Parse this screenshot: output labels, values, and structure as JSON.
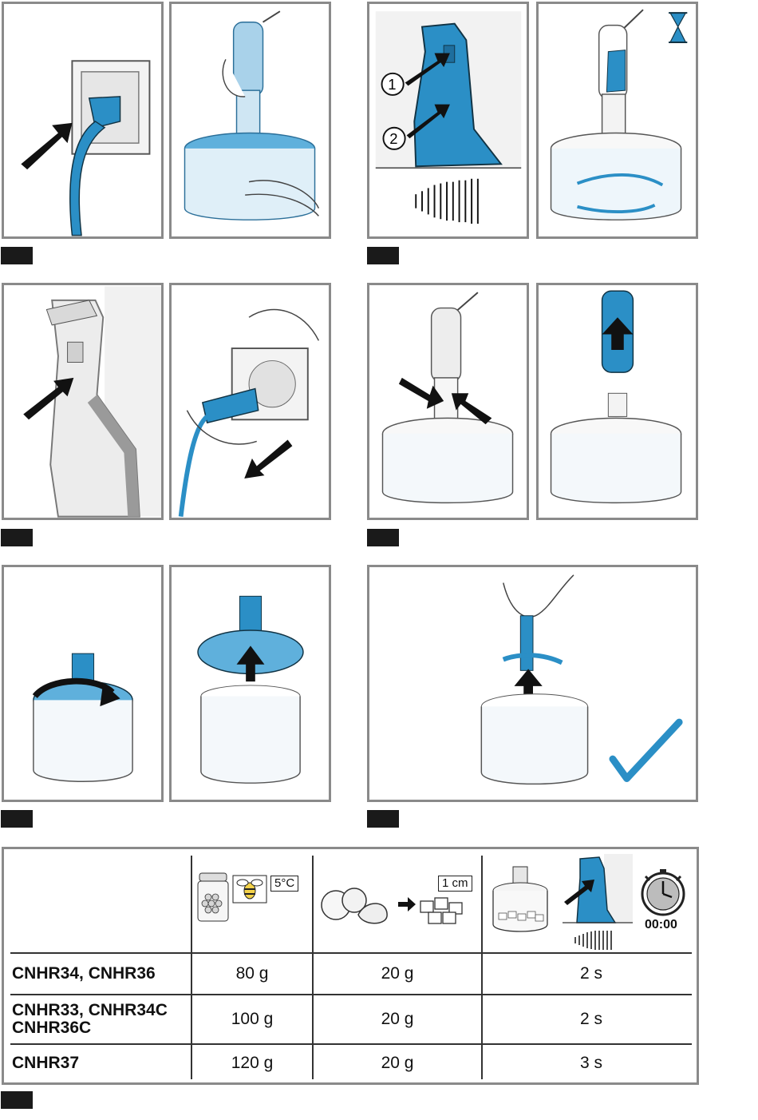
{
  "figures": {
    "step2_press_labels": [
      "1",
      "2"
    ]
  },
  "table": {
    "icons": {
      "honey_jar": "honey-jar-icon",
      "bee": "bee-icon",
      "temperature_label": "5°C",
      "produce": "produce-icon",
      "cube_size_label": "1 cm",
      "chopper": "chopper-icon",
      "press_button": "press-button-icon",
      "stopwatch": "stopwatch-icon",
      "stopwatch_label": "00:00"
    },
    "rows": [
      {
        "model": "CNHR34, CNHR36",
        "amount": "80 g",
        "pieces": "20 g",
        "time": "2 s"
      },
      {
        "model": "CNHR33, CNHR34C\nCNHR36C",
        "amount": "100 g",
        "pieces": "20 g",
        "time": "2 s"
      },
      {
        "model": "CNHR37",
        "amount": "120 g",
        "pieces": "20 g",
        "time": "3 s"
      }
    ]
  },
  "colors": {
    "accent_blue": "#2b8fc6",
    "light_blue": "#a9d2ea",
    "frame_gray": "#8a8a8a",
    "tag_black": "#1a1a1a"
  }
}
